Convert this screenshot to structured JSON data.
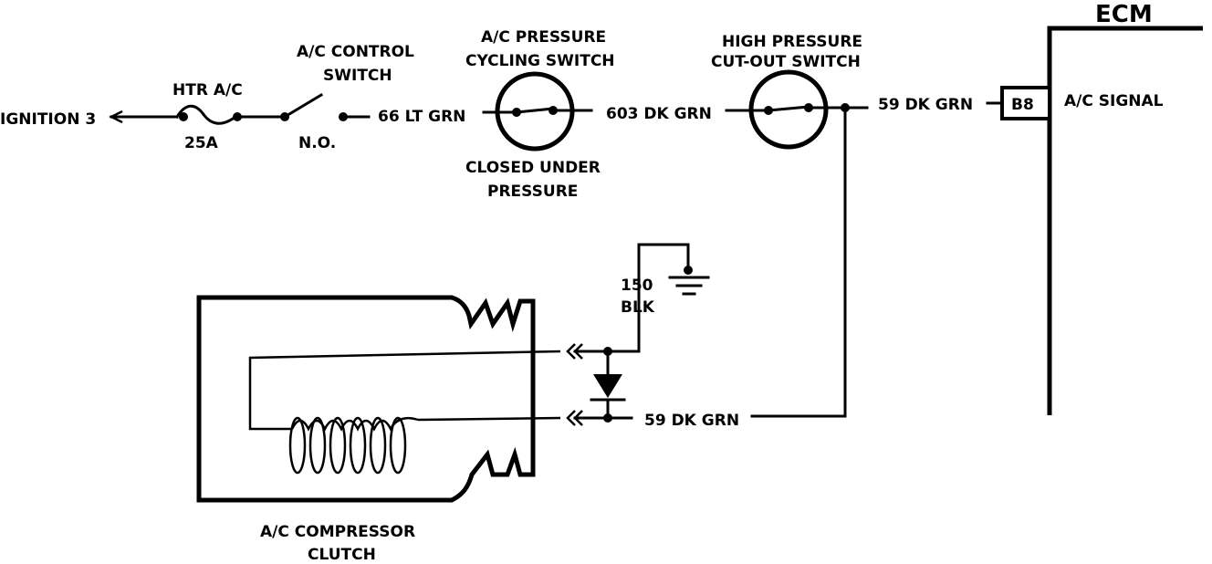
{
  "labels": {
    "ignition": "IGNITION 3",
    "fuse_name": "HTR A/C",
    "fuse_rating": "25A",
    "control_switch_line1": "A/C CONTROL",
    "control_switch_line2": "SWITCH",
    "control_switch_state": "N.O.",
    "wire_66": "66 LT GRN",
    "cycling_switch_line1": "A/C PRESSURE",
    "cycling_switch_line2": "CYCLING SWITCH",
    "cycling_note_line1": "CLOSED UNDER",
    "cycling_note_line2": "PRESSURE",
    "wire_603": "603 DK GRN",
    "hp_switch_line1": "HIGH PRESSURE",
    "hp_switch_line2": "CUT-OUT SWITCH",
    "wire_59_top": "59 DK GRN",
    "ecm": "ECM",
    "pin": "B8",
    "ecm_signal": "A/C SIGNAL",
    "wire_150_num": "150",
    "wire_150_color": "BLK",
    "wire_59_bottom": "59 DK GRN",
    "clutch_line1": "A/C COMPRESSOR",
    "clutch_line2": "CLUTCH"
  }
}
